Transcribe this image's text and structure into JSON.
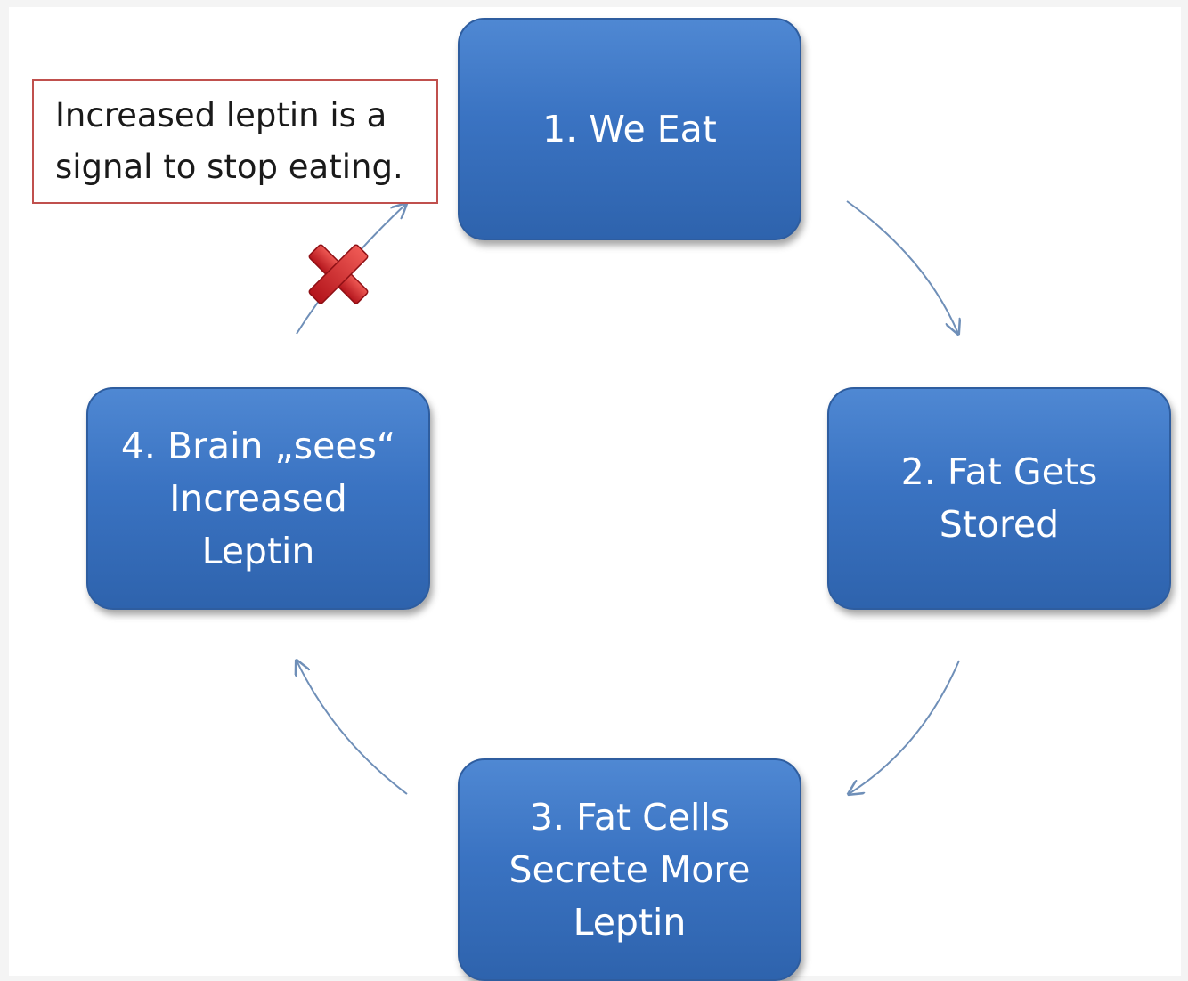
{
  "steps": [
    {
      "label": "1. We Eat"
    },
    {
      "label": "2. Fat Gets\nStored"
    },
    {
      "label": "3. Fat Cells\nSecrete More\nLeptin"
    },
    {
      "label": "4. Brain „sees“\nIncreased\nLeptin"
    }
  ],
  "callout": {
    "text": "Increased leptin is a\nsignal to stop eating."
  },
  "colors": {
    "box_fill": "#3a73c2",
    "arrow": "#6f8fb8",
    "callout_border": "#c0504d",
    "cross": "#d4262a"
  },
  "icons": {
    "blocked": "red-x-icon"
  }
}
